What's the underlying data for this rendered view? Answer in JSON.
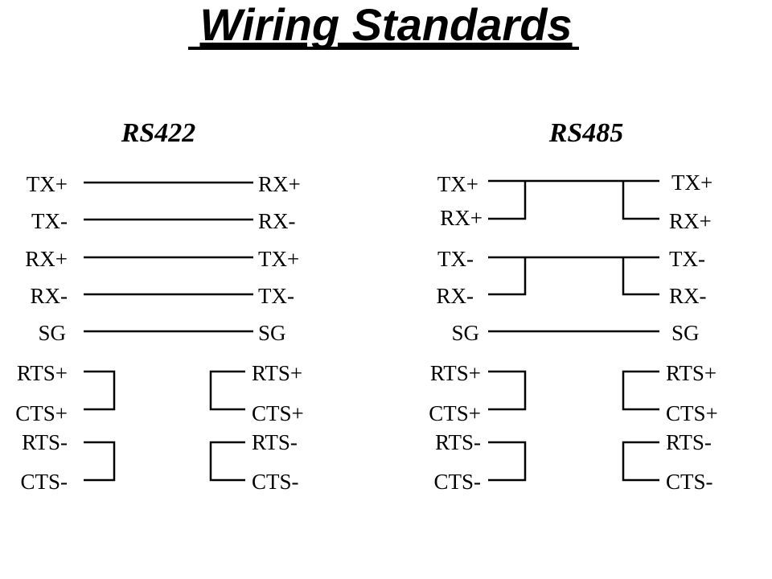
{
  "title": "Wiring Standards",
  "colors": {
    "line": "#000000",
    "background": "#ffffff"
  },
  "rs422": {
    "heading": "RS422",
    "left": [
      "TX+",
      "TX-",
      "RX+",
      "RX-",
      "SG",
      "RTS+",
      "CTS+",
      "RTS-",
      "CTS-"
    ],
    "right": [
      "RX+",
      "RX-",
      "TX+",
      "TX-",
      "SG",
      "RTS+",
      "CTS+",
      "RTS-",
      "CTS-"
    ]
  },
  "rs485": {
    "heading": "RS485",
    "left": [
      "TX+",
      "RX+",
      "TX-",
      "RX-",
      "SG",
      "RTS+",
      "CTS+",
      "RTS-",
      "CTS-"
    ],
    "right": [
      "TX+",
      "RX+",
      "TX-",
      "RX-",
      "SG",
      "RTS+",
      "CTS+",
      "RTS-",
      "CTS-"
    ]
  }
}
